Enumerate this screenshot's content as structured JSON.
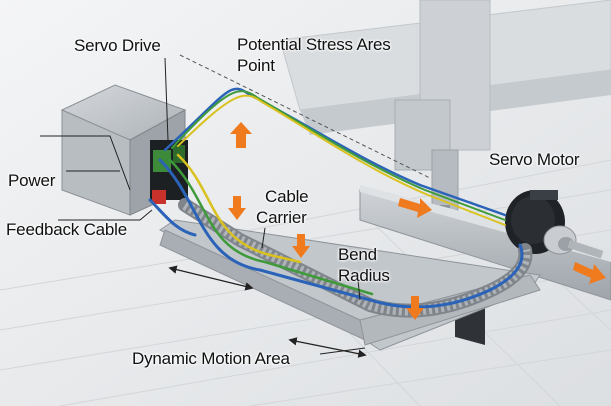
{
  "labels": {
    "servo_drive": "Servo Drive",
    "stress_line1": "Potential Stress Ares",
    "stress_line2": "Point",
    "servo_motor": "Servo Motor",
    "power": "Power",
    "cable_carrier_line1": "Cable",
    "cable_carrier_line2": "Carrier",
    "bend_radius_line1": "Bend",
    "bend_radius_line2": "Radius",
    "feedback_cable": "Feedback Cable",
    "dynamic_motion_area": "Dynamic Motion Area"
  },
  "colors": {
    "arrow": "#f07a1e",
    "cable_blue": "#2a63b8",
    "cable_green": "#3f9a3a",
    "cable_yellow": "#d9c21f",
    "carrier": "#9aa1a8",
    "drive_body": "#b9bec3"
  }
}
